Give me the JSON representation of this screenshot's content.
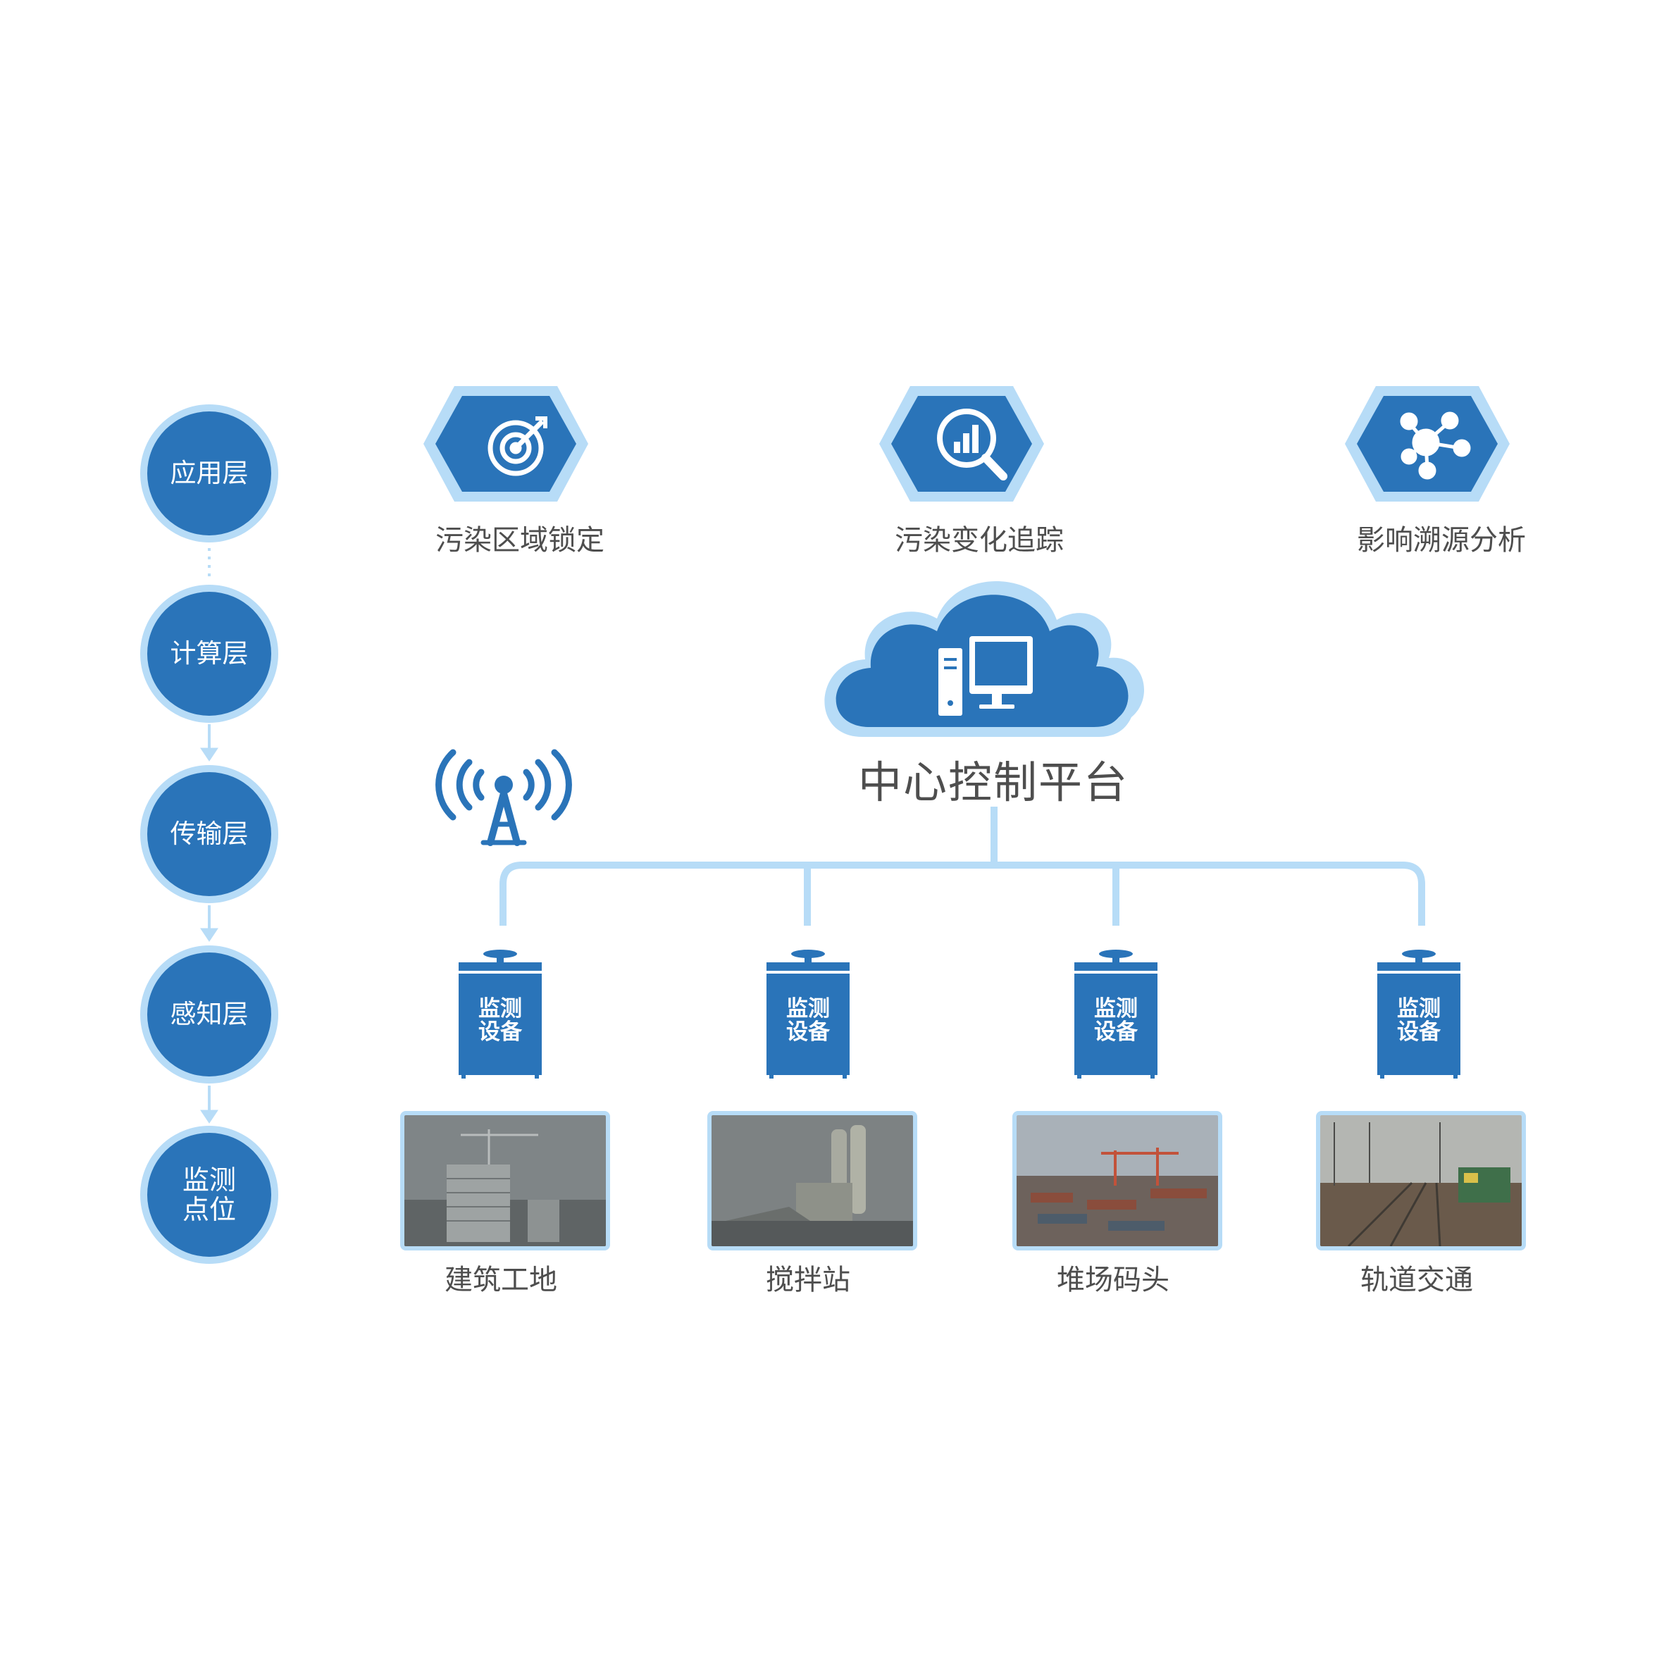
{
  "layers": [
    {
      "label": "应用层"
    },
    {
      "label": "计算层"
    },
    {
      "label": "传输层"
    },
    {
      "label": "感知层"
    },
    {
      "label": "监测\n点位"
    }
  ],
  "functions": [
    {
      "label": "污染区域锁定",
      "icon": "target-icon"
    },
    {
      "label": "污染变化追踪",
      "icon": "magnifier-chart-icon"
    },
    {
      "label": "影响溯源分析",
      "icon": "network-nodes-icon"
    }
  ],
  "platform": {
    "label": "中心控制平台",
    "icon": "computer-cloud-icon"
  },
  "transmission": {
    "icon": "signal-tower-icon"
  },
  "devices": [
    {
      "label": "监测\n设备"
    },
    {
      "label": "监测\n设备"
    },
    {
      "label": "监测\n设备"
    },
    {
      "label": "监测\n设备"
    }
  ],
  "sites": [
    {
      "label": "建筑工地",
      "image": "construction-site-photo"
    },
    {
      "label": "搅拌站",
      "image": "mixing-station-photo"
    },
    {
      "label": "堆场码头",
      "image": "container-terminal-photo"
    },
    {
      "label": "轨道交通",
      "image": "railway-photo"
    }
  ],
  "colors": {
    "primary": "#2a74b9",
    "light": "#b7dcf7",
    "text": "#4e4e4e"
  }
}
